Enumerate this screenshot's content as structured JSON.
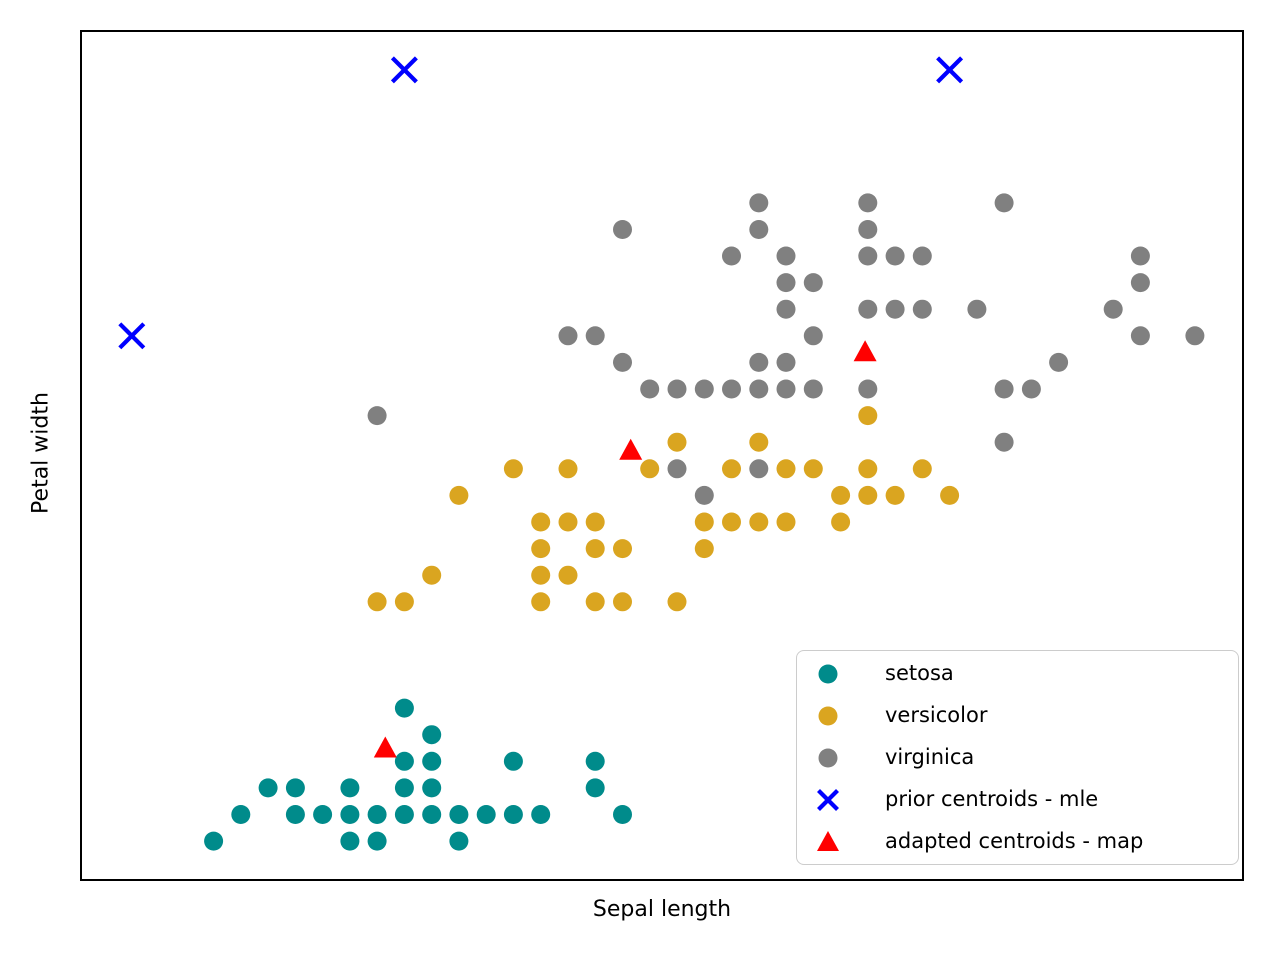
{
  "figure": {
    "xlabel": "Sepal length",
    "ylabel": "Petal width"
  },
  "chart_data": {
    "type": "scatter",
    "title": "",
    "xlabel": "Sepal length",
    "ylabel": "Petal width",
    "xlim": [
      3.81,
      8.08
    ],
    "ylim": [
      -0.05,
      3.15
    ],
    "grid": false,
    "ticks": "none",
    "legend_position": "lower right",
    "series": [
      {
        "name": "setosa",
        "marker": "circle",
        "color": "#008b8b",
        "marker_diameter_px": 19,
        "points": [
          [
            4.3,
            0.1
          ],
          [
            4.8,
            0.1
          ],
          [
            4.9,
            0.1
          ],
          [
            5.2,
            0.1
          ],
          [
            4.4,
            0.2
          ],
          [
            4.6,
            0.2
          ],
          [
            4.7,
            0.2
          ],
          [
            4.8,
            0.2
          ],
          [
            4.9,
            0.2
          ],
          [
            5.0,
            0.2
          ],
          [
            5.1,
            0.2
          ],
          [
            5.2,
            0.2
          ],
          [
            5.3,
            0.2
          ],
          [
            5.4,
            0.2
          ],
          [
            5.5,
            0.2
          ],
          [
            5.8,
            0.2
          ],
          [
            4.5,
            0.3
          ],
          [
            4.6,
            0.3
          ],
          [
            4.8,
            0.3
          ],
          [
            5.0,
            0.3
          ],
          [
            5.1,
            0.3
          ],
          [
            5.7,
            0.3
          ],
          [
            5.0,
            0.4
          ],
          [
            5.1,
            0.4
          ],
          [
            5.4,
            0.4
          ],
          [
            5.7,
            0.4
          ],
          [
            5.1,
            0.5
          ],
          [
            5.0,
            0.6
          ]
        ]
      },
      {
        "name": "versicolor",
        "marker": "circle",
        "color": "#daa520",
        "marker_diameter_px": 19,
        "points": [
          [
            4.9,
            1.0
          ],
          [
            5.0,
            1.0
          ],
          [
            5.5,
            1.0
          ],
          [
            5.7,
            1.0
          ],
          [
            5.8,
            1.0
          ],
          [
            6.0,
            1.0
          ],
          [
            5.1,
            1.1
          ],
          [
            5.5,
            1.1
          ],
          [
            5.6,
            1.1
          ],
          [
            5.5,
            1.2
          ],
          [
            5.7,
            1.2
          ],
          [
            5.8,
            1.2
          ],
          [
            6.1,
            1.2
          ],
          [
            5.5,
            1.3
          ],
          [
            5.6,
            1.3
          ],
          [
            5.7,
            1.3
          ],
          [
            6.1,
            1.3
          ],
          [
            6.2,
            1.3
          ],
          [
            6.3,
            1.3
          ],
          [
            6.4,
            1.3
          ],
          [
            6.6,
            1.3
          ],
          [
            5.2,
            1.4
          ],
          [
            6.6,
            1.4
          ],
          [
            6.7,
            1.4
          ],
          [
            6.8,
            1.4
          ],
          [
            7.0,
            1.4
          ],
          [
            5.4,
            1.5
          ],
          [
            5.6,
            1.5
          ],
          [
            5.9,
            1.5
          ],
          [
            6.2,
            1.5
          ],
          [
            6.4,
            1.5
          ],
          [
            6.5,
            1.5
          ],
          [
            6.7,
            1.5
          ],
          [
            6.9,
            1.5
          ],
          [
            6.0,
            1.6
          ],
          [
            6.3,
            1.6
          ],
          [
            6.7,
            1.7
          ]
        ]
      },
      {
        "name": "virginica",
        "marker": "circle",
        "color": "#808080",
        "marker_diameter_px": 19,
        "points": [
          [
            6.1,
            1.4
          ],
          [
            6.0,
            1.5
          ],
          [
            6.3,
            1.5
          ],
          [
            4.9,
            1.7
          ],
          [
            7.2,
            1.6
          ],
          [
            5.9,
            1.8
          ],
          [
            6.0,
            1.8
          ],
          [
            6.1,
            1.8
          ],
          [
            6.2,
            1.8
          ],
          [
            6.3,
            1.8
          ],
          [
            6.4,
            1.8
          ],
          [
            6.5,
            1.8
          ],
          [
            6.7,
            1.8
          ],
          [
            7.2,
            1.8
          ],
          [
            7.3,
            1.8
          ],
          [
            5.8,
            1.9
          ],
          [
            6.3,
            1.9
          ],
          [
            6.4,
            1.9
          ],
          [
            7.4,
            1.9
          ],
          [
            5.6,
            2.0
          ],
          [
            5.7,
            2.0
          ],
          [
            6.5,
            2.0
          ],
          [
            7.7,
            2.0
          ],
          [
            7.9,
            2.0
          ],
          [
            6.4,
            2.1
          ],
          [
            6.7,
            2.1
          ],
          [
            6.8,
            2.1
          ],
          [
            6.9,
            2.1
          ],
          [
            7.1,
            2.1
          ],
          [
            7.6,
            2.1
          ],
          [
            6.4,
            2.2
          ],
          [
            6.5,
            2.2
          ],
          [
            7.7,
            2.2
          ],
          [
            6.2,
            2.3
          ],
          [
            6.4,
            2.3
          ],
          [
            6.7,
            2.3
          ],
          [
            6.8,
            2.3
          ],
          [
            6.9,
            2.3
          ],
          [
            7.7,
            2.3
          ],
          [
            5.8,
            2.4
          ],
          [
            6.3,
            2.4
          ],
          [
            6.7,
            2.4
          ],
          [
            6.3,
            2.5
          ],
          [
            6.7,
            2.5
          ],
          [
            7.2,
            2.5
          ]
        ]
      },
      {
        "name": "prior centroids - mle",
        "marker": "x",
        "color": "#0000ff",
        "marker_diameter_px": 24,
        "points": [
          [
            4.0,
            2.0
          ],
          [
            5.0,
            3.0
          ],
          [
            7.0,
            3.0
          ]
        ]
      },
      {
        "name": "adapted centroids - map",
        "marker": "triangle",
        "color": "#ff0000",
        "marker_diameter_px": 22,
        "points": [
          [
            4.93,
            0.45
          ],
          [
            5.83,
            1.57
          ],
          [
            6.69,
            1.94
          ]
        ]
      }
    ]
  }
}
